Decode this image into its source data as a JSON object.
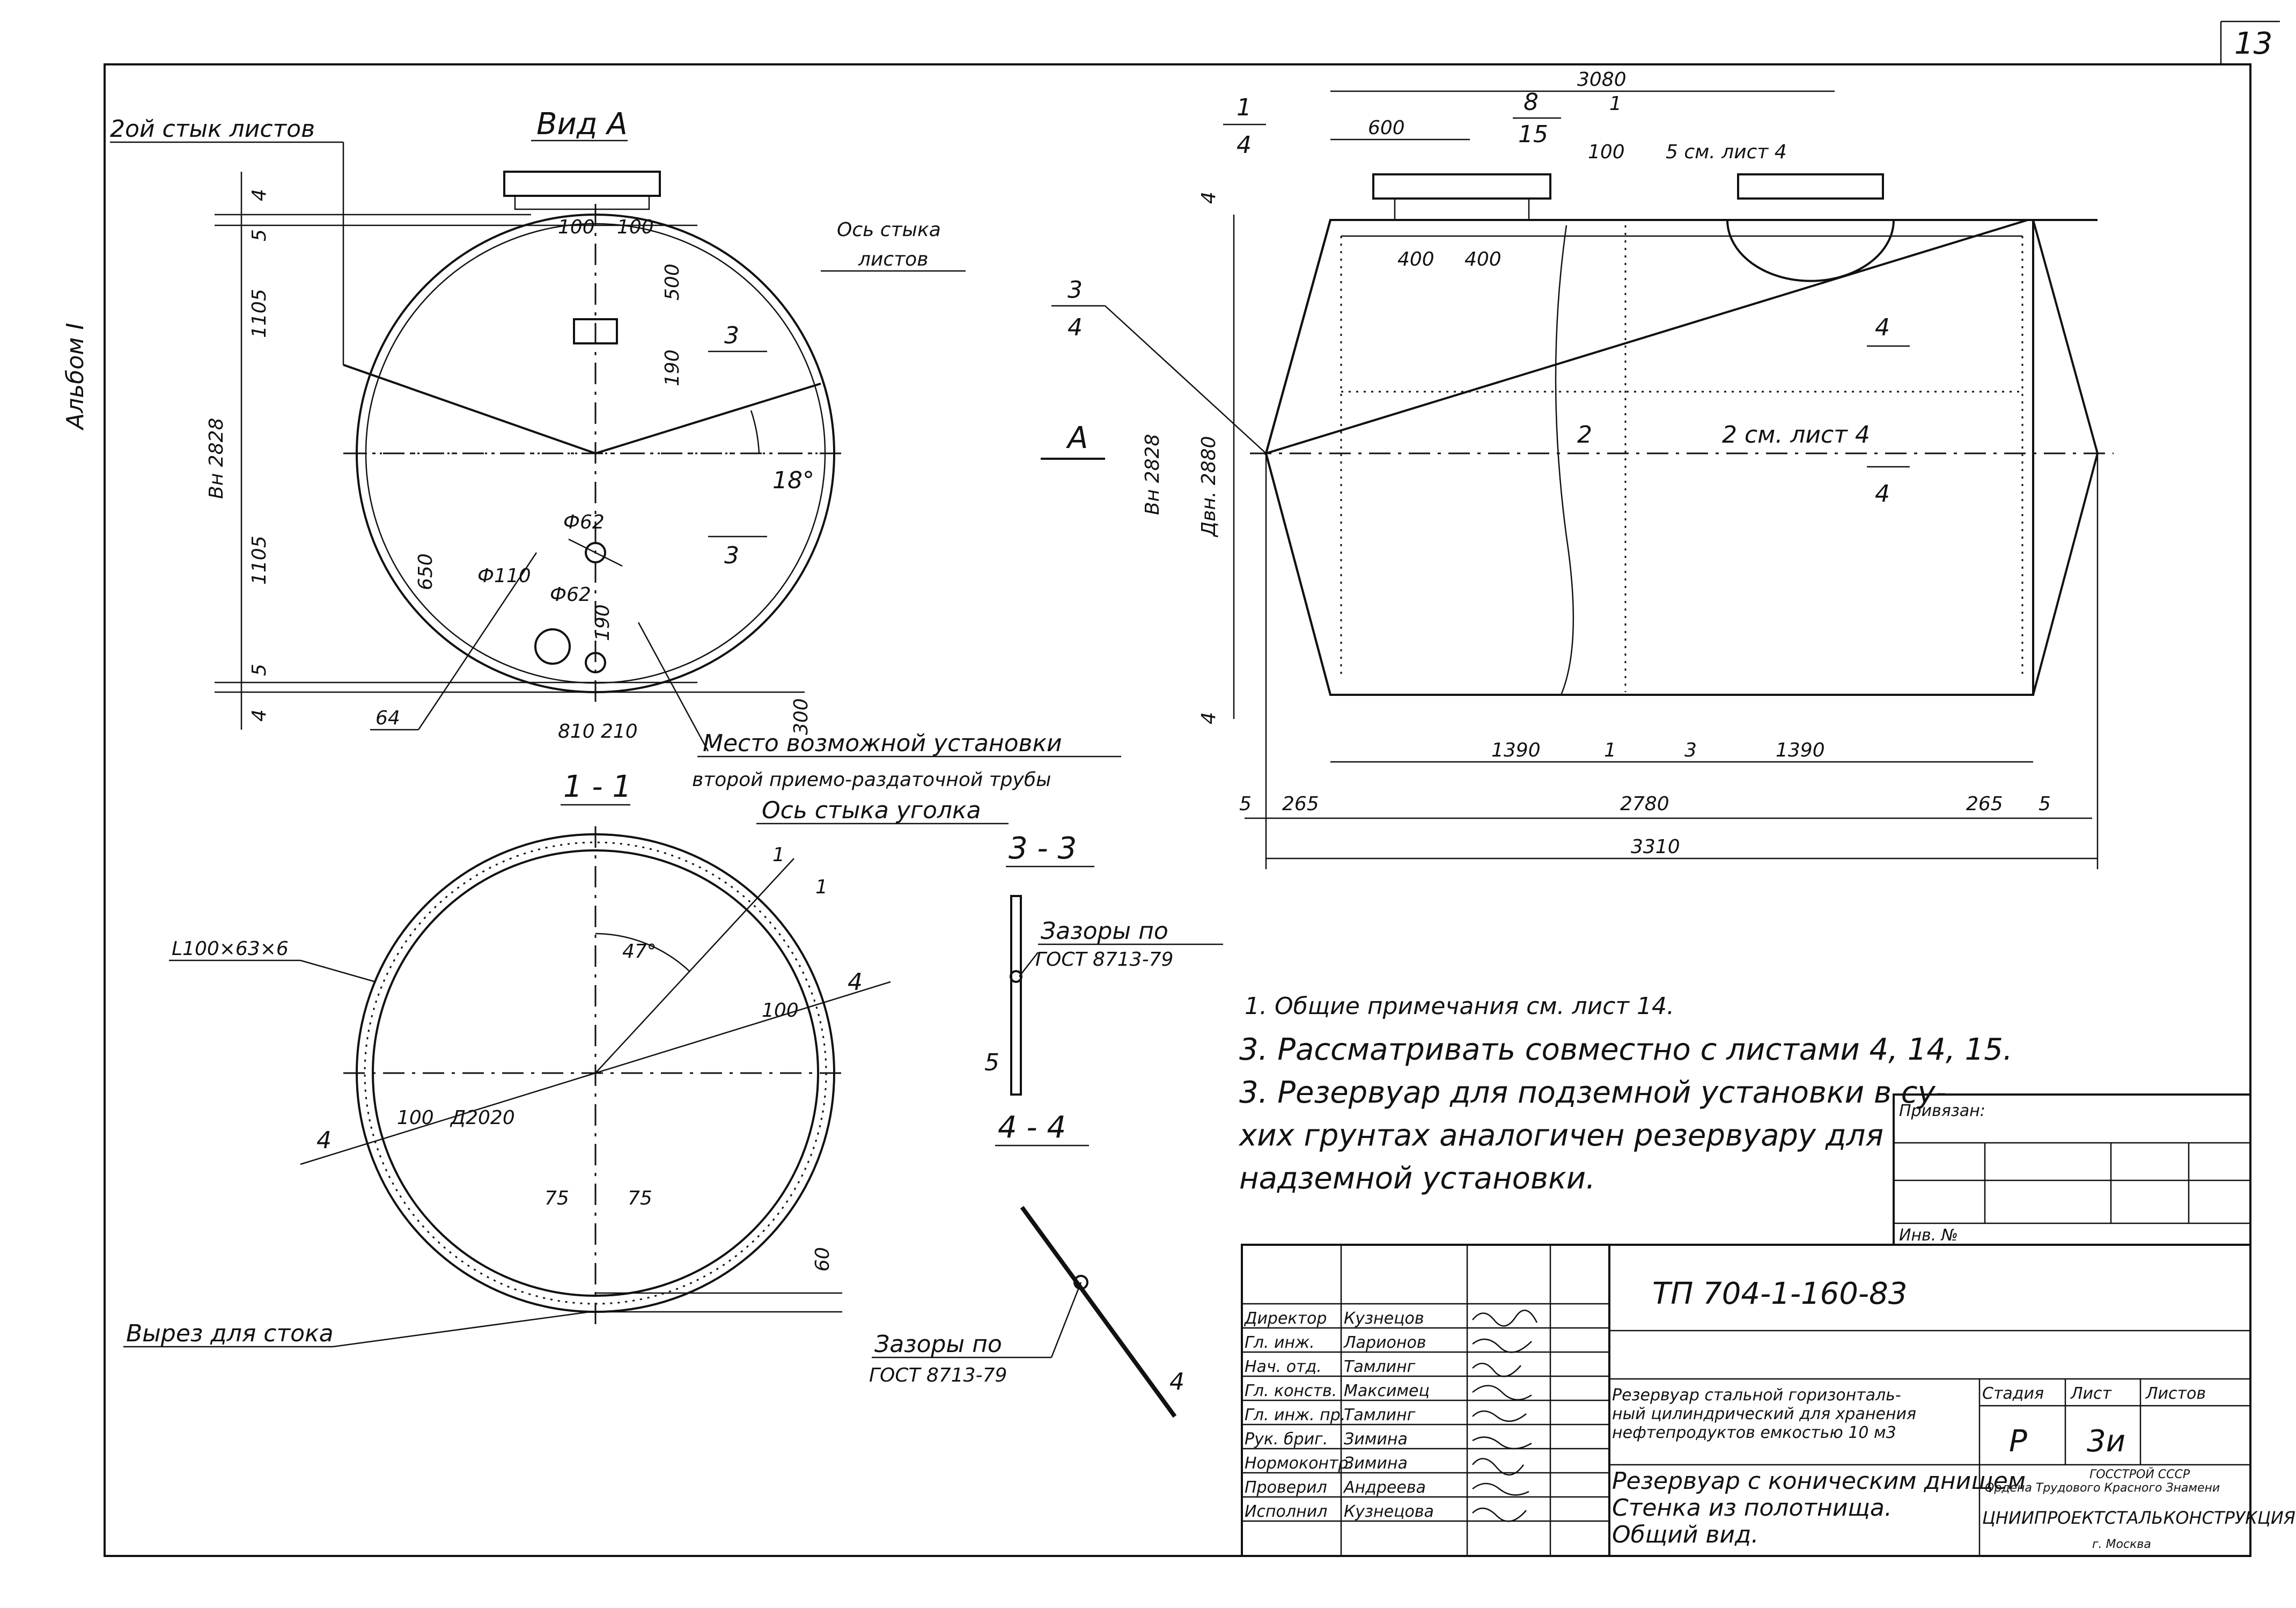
{
  "sheet": {
    "page_number": "13",
    "album": "Альбом I"
  },
  "view_a": {
    "title": "Вид А",
    "label_joint2": "2ой стык листов",
    "label_joint_axis": "Ось стыка листов",
    "dim_top_lid": "4",
    "dim_5_top": "5",
    "dim_1105_top": "1105",
    "dim_inner": "Вн 2828",
    "dim_1105_bottom": "1105",
    "dim_5_bottom": "5",
    "dim_4_bottom": "4",
    "dim_100_left": "100",
    "dim_100_right": "100",
    "dim_500": "500",
    "dim_190_upper": "190",
    "angle": "18°",
    "d62_top": "Ф62",
    "d110": "Ф110",
    "d62_bottom": "Ф62",
    "dim_650": "650",
    "dim_190_lower": "190",
    "dim_64": "64",
    "dim_810": "810",
    "dim_210": "210",
    "dim_300": "300",
    "section_3": "3",
    "location_note_1": "Место возможной установки",
    "location_note_2": "второй приемо-раздаточной трубы"
  },
  "side_view": {
    "dim_overall_top": "3080",
    "dim_600": "600",
    "frac_top_num": "8",
    "frac_top_den": "15",
    "frac_1_num": "1",
    "dim_100": "100",
    "dim_5": "5",
    "see_sheet_4": "5 см. лист 4",
    "frac_left_num": "1",
    "frac_left_den": "4",
    "dim_400_left": "400",
    "dim_400_right": "400",
    "frac_3_num": "3",
    "frac_3_den": "4",
    "arrow_a": "А",
    "dim_inner": "Вн 2828",
    "dim_inner_2": "Двн. 2880",
    "sec_2": "2",
    "sec_2_see": "2 см. лист 4",
    "sec_4_top": "4",
    "sec_4_bottom": "4",
    "dim_1390_left": "1390",
    "dim_1": "1",
    "dim_3": "3",
    "dim_1390_right": "1390",
    "dim_5_left": "5",
    "dim_265_left": "265",
    "dim_2780": "2780",
    "dim_265_right": "265",
    "dim_5_right": "5",
    "dim_3310": "3310",
    "dim_4_left_top": "4",
    "dim_4_left_bottom": "4"
  },
  "section_1_1": {
    "title": "1 - 1",
    "angle_joint": "Ось стыка уголка",
    "angle_profile": "L100×63×6",
    "angle": "47°",
    "dim_100_right": "100",
    "dim_100_left": "100",
    "dim_diameter": "Д2020",
    "mark_4_left": "4",
    "mark_4_right": "4",
    "dim_75_left": "75",
    "dim_75_right": "75",
    "dim_60": "60",
    "cut_label": "Вырез для стока"
  },
  "section_3_3": {
    "title": "3 - 3",
    "note_1": "Зазоры по",
    "note_2": "ГОСТ 8713-79",
    "dim_5": "5"
  },
  "section_4_4": {
    "title": "4 - 4",
    "note_1": "Зазоры по",
    "note_2": "ГОСТ 8713-79",
    "dim_4": "4"
  },
  "notes": [
    "1. Общие примечания см. лист 14.",
    "3. Рассматривать совместно с листами 4, 14, 15.",
    "3. Резервуар для подземной установки в су-",
    "хих грунтах аналогичен резервуару для",
    "надземной установки."
  ],
  "binding_table": {
    "title": "Привязан:",
    "inv": "Инв. №"
  },
  "title_block": {
    "code": "ТП 704-1-160-83",
    "roles": [
      "Директор",
      "Гл. инж.",
      "Нач. отд.",
      "Гл. конств.",
      "Гл. инж. пр.",
      "Рук. бриг.",
      "Нормоконтр.",
      "Проверил",
      "Исполнил"
    ],
    "names": [
      "Кузнецов",
      "Ларионов",
      "Тамлинг",
      "Максимец",
      "Тамлинг",
      "Зимина",
      "Зимина",
      "Андреева",
      "Кузнецова"
    ],
    "desc_1": "Резервуар стальной горизонталь-",
    "desc_2": "ный цилиндрический для хранения",
    "desc_3": "нефтепродуктов емкостью 10 м3",
    "sub_1": "Резервуар с коническим днищем",
    "sub_2": "Стенка из полотнища.",
    "sub_3": "Общий вид.",
    "col_stage": "Стадия",
    "col_sheet": "Лист",
    "col_sheets": "Листов",
    "stage": "Р",
    "sheet": "3и",
    "org_1": "ГОССТРОЙ СССР",
    "org_2": "Ордена Трудового Красного Знамени",
    "org_3": "ЦНИИПРОЕКТСТАЛЬКОНСТРУКЦИЯ",
    "org_4": "г. Москва"
  }
}
